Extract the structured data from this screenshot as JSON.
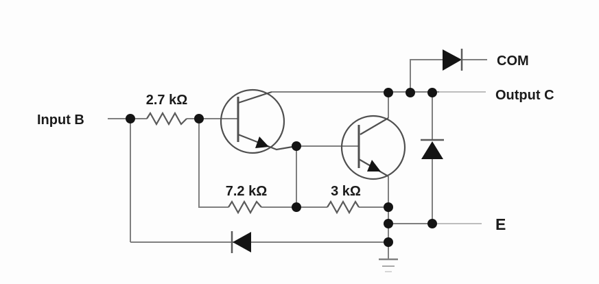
{
  "figure": {
    "type": "circuit-schematic",
    "terminals": {
      "input": "Input B",
      "com": "COM",
      "output": "Output C",
      "emitter": "E"
    },
    "resistors": {
      "input_resistor": "2.7 kΩ",
      "q1_base_resistor": "7.2 kΩ",
      "q2_base_resistor": "3 kΩ"
    }
  },
  "colors": {
    "background": "#fdfdfd",
    "wire": "#7f7f7f",
    "wire_fade": "#bdbdbd",
    "component_stroke": "#4f4f4f",
    "solid_fill": "#141414",
    "text": "#1b1b1b"
  }
}
